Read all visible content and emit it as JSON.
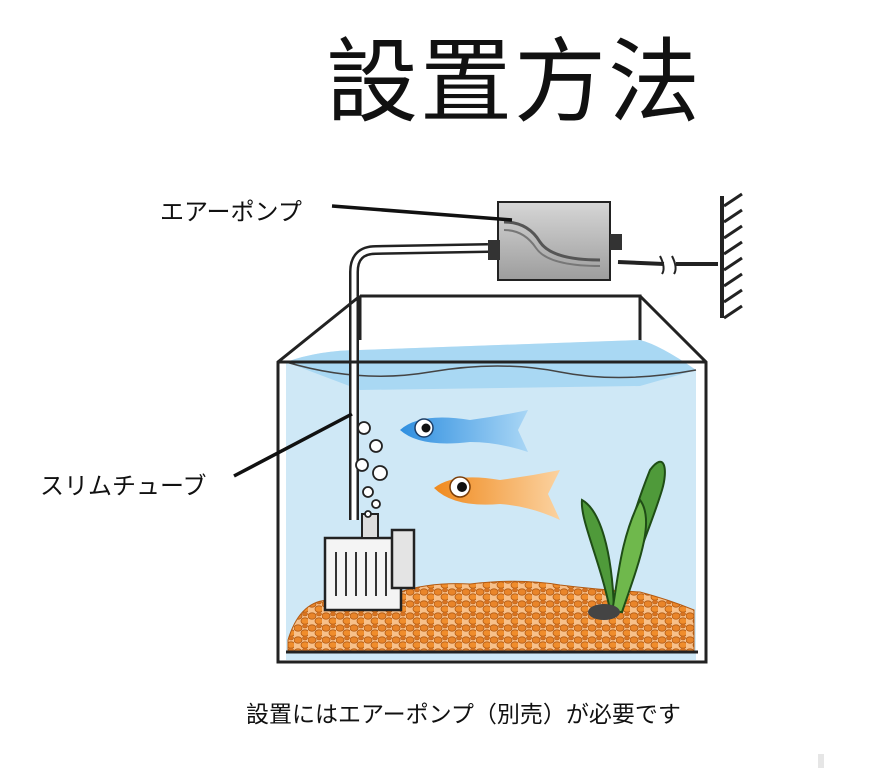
{
  "title": "設置方法",
  "labels": {
    "air_pump": "エアーポンプ",
    "slim_tube": "スリムチューブ"
  },
  "caption": "設置にはエアーポンプ（別売）が必要です",
  "colors": {
    "water": "#cfe8f6",
    "water_surface": "#9fd3f2",
    "fish_blue": "#3e9ae0",
    "fish_orange": "#f2a24a",
    "gravel": "#e9852a",
    "plant": "#4f9a3a",
    "pump": "#b4b4b4"
  }
}
